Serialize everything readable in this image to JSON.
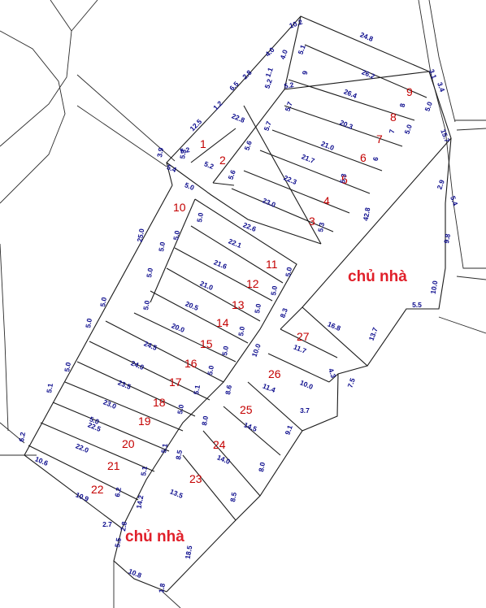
{
  "owner_labels": [
    "chủ nhà",
    "chủ nhà"
  ],
  "lot_numbers": [
    "1",
    "2",
    "3",
    "4",
    "5",
    "6",
    "7",
    "8",
    "9",
    "10",
    "11",
    "12",
    "13",
    "14",
    "15",
    "16",
    "17",
    "18",
    "19",
    "20",
    "21",
    "22",
    "23",
    "24",
    "25",
    "26",
    "27"
  ],
  "dimensions": [
    "10.2",
    "24.8",
    "4.0",
    "5.1",
    "4.0",
    "26.2",
    "9",
    "3.1",
    "3.4",
    "1.1",
    "5.2",
    "5.2",
    "26.4",
    "8",
    "5.0",
    "5.7",
    "5.7",
    "20.3",
    "7",
    "5.0",
    "15.7",
    "1.2",
    "6.5",
    "2.8",
    "12.5",
    "22.8",
    "5.6",
    "21.0",
    "6",
    "5.3",
    "3.9",
    "5.2",
    "5.4",
    "5.2",
    "5.6",
    "21.7",
    "22.3",
    "5.3",
    "2.9",
    "5.4",
    "5.0",
    "23.0",
    "5.3",
    "42.8",
    "9.8",
    "10.0",
    "5.5",
    "5.0",
    "22.6",
    "25.0",
    "5.0",
    "22.1",
    "5.0",
    "21.6",
    "5.0",
    "5.0",
    "21.0",
    "5.0",
    "5.0",
    "20.5",
    "5.0",
    "20.0",
    "5.0",
    "8.3",
    "16.8",
    "13.7",
    "11.7",
    "24.5",
    "5.0",
    "10.0",
    "24.0",
    "5.0",
    "4.3",
    "7.5",
    "10.0",
    "5.0",
    "5.0",
    "5.1",
    "23.5",
    "5.0",
    "8.6",
    "11.4",
    "3.7",
    "5.1",
    "5.0",
    "23.0",
    "5.0",
    "8.0",
    "14.5",
    "9.1",
    "6.2",
    "22.5",
    "5.1",
    "10.6",
    "22.0",
    "5.1",
    "8.5",
    "14.0",
    "8.0",
    "10.9",
    "6.2",
    "14.2",
    "13.5",
    "8.5",
    "2.7",
    "2.8",
    "5.5",
    "18.5",
    "10.8",
    "1.8"
  ]
}
